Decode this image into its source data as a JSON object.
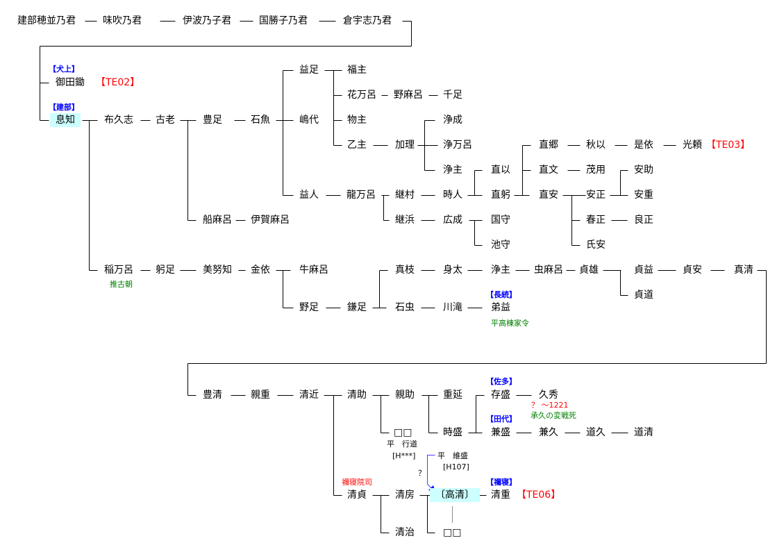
{
  "people": [
    "建部穂並乃君",
    "味吹乃君",
    "伊波乃子君",
    "国勝子乃君",
    "倉宇志乃君",
    "御田鋤",
    "息知",
    "布久志",
    "古老",
    "豊足",
    "石魚",
    "船麻呂",
    "伊賀麻呂",
    "益足",
    "嶋代",
    "益人",
    "福主",
    "花万呂",
    "野麻呂",
    "千足",
    "物主",
    "乙主",
    "加理",
    "浄成",
    "浄万呂",
    "浄主",
    "龍万呂",
    "継村",
    "継浜",
    "時人",
    "直以",
    "直躬",
    "直郷",
    "直文",
    "直安",
    "秋以",
    "是依",
    "光頼",
    "茂用",
    "安正",
    "春正",
    "氏安",
    "安助",
    "安重",
    "良正",
    "広成",
    "国守",
    "池守",
    "稲万呂",
    "躬足",
    "美努知",
    "金依",
    "牛麻呂",
    "野足",
    "鎌足",
    "真枝",
    "石虫",
    "身太",
    "浄主",
    "虫麻呂",
    "貞雄",
    "貞益",
    "貞道",
    "貞安",
    "真清",
    "川滝",
    "弟益",
    "豊清",
    "親重",
    "清近",
    "清助",
    "親助",
    "□□",
    "重延",
    "時盛",
    "存盛",
    "兼盛",
    "久秀",
    "兼久",
    "道久",
    "道清",
    "清貞",
    "清房",
    "清治",
    "〔高清〕",
    "□□",
    "清重"
  ],
  "clan_tags": [
    "【犬上】",
    "【建部】",
    "【長続】",
    "【佐多】",
    "【田代】",
    "【禰寝】"
  ],
  "refs": [
    "【TE02】",
    "【TE03】",
    "【TE06】"
  ],
  "notes": [
    "推古朝",
    "平高棟家令",
    "？ ～1221",
    "承久の変戦死",
    "禰寝院司",
    "平　行道",
    "[H***]",
    "平　維盛",
    "[H107]",
    "？"
  ],
  "colors": {
    "tag": "#0000ff",
    "ref": "#ff0000",
    "note_green": "#008000",
    "highlight": "#ccffff",
    "arrow": "#4040ff"
  }
}
